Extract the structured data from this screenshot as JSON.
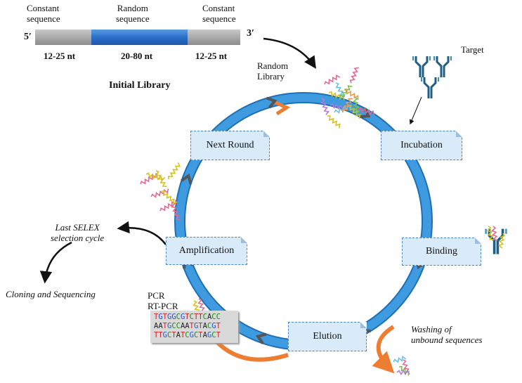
{
  "library": {
    "left_label": [
      "Constant",
      "sequence"
    ],
    "middle_label": [
      "Random",
      "sequence"
    ],
    "right_label": [
      "Constant",
      "sequence"
    ],
    "five_prime": "5′",
    "three_prime": "3′",
    "left_length": "12-25 nt",
    "middle_length": "20-80 nt",
    "right_length": "12-25 nt",
    "caption": "Initial Library",
    "colors": {
      "constant": "#a6a6a6",
      "random": "#2a6fc9"
    }
  },
  "random_library_label": [
    "Random",
    "Library"
  ],
  "target_label": "Target",
  "steps": {
    "next_round": "Next Round",
    "incubation": "Incubation",
    "binding": "Binding",
    "amplification": "Amplification",
    "elution": "Elution"
  },
  "last_cycle_label": [
    "Last SELEX",
    "selection cycle"
  ],
  "cloning_label": "Cloning and Sequencing",
  "pcr_labels": [
    "PCR",
    "RT-PCR"
  ],
  "washing_label": [
    "Washing of",
    "unbound sequences"
  ],
  "sequences": [
    [
      [
        "T",
        "#cc2222"
      ],
      [
        "G",
        "#2255cc"
      ],
      [
        "T",
        "#cc2222"
      ],
      [
        "G",
        "#2255cc"
      ],
      [
        "G",
        "#2255cc"
      ],
      [
        "C",
        "#228822"
      ],
      [
        "G",
        "#2255cc"
      ],
      [
        "T",
        "#cc2222"
      ],
      [
        "C",
        "#228822"
      ],
      [
        "T",
        "#cc2222"
      ],
      [
        "T",
        "#cc2222"
      ],
      [
        "C",
        "#228822"
      ],
      [
        "A",
        "#222222"
      ],
      [
        "C",
        "#228822"
      ],
      [
        "C",
        "#228822"
      ]
    ],
    [
      [
        "A",
        "#222222"
      ],
      [
        "A",
        "#222222"
      ],
      [
        "T",
        "#cc2222"
      ],
      [
        "G",
        "#2255cc"
      ],
      [
        "C",
        "#228822"
      ],
      [
        "C",
        "#228822"
      ],
      [
        "A",
        "#222222"
      ],
      [
        "A",
        "#222222"
      ],
      [
        "T",
        "#cc2222"
      ],
      [
        "G",
        "#2255cc"
      ],
      [
        "T",
        "#cc2222"
      ],
      [
        "A",
        "#222222"
      ],
      [
        "C",
        "#228822"
      ],
      [
        "G",
        "#2255cc"
      ],
      [
        "T",
        "#cc2222"
      ]
    ],
    [
      [
        "T",
        "#cc2222"
      ],
      [
        "T",
        "#cc2222"
      ],
      [
        "G",
        "#2255cc"
      ],
      [
        "C",
        "#228822"
      ],
      [
        "T",
        "#cc2222"
      ],
      [
        "A",
        "#222222"
      ],
      [
        "T",
        "#cc2222"
      ],
      [
        "C",
        "#228822"
      ],
      [
        "G",
        "#2255cc"
      ],
      [
        "C",
        "#228822"
      ],
      [
        "T",
        "#cc2222"
      ],
      [
        "A",
        "#222222"
      ],
      [
        "G",
        "#2255cc"
      ],
      [
        "C",
        "#228822"
      ],
      [
        "T",
        "#cc2222"
      ]
    ]
  ],
  "colors": {
    "ring": "#3f9be0",
    "ring_edge": "#1f6fb5",
    "flow_arrow": "#ed7d31",
    "box_fill": "#d9ebf8"
  }
}
